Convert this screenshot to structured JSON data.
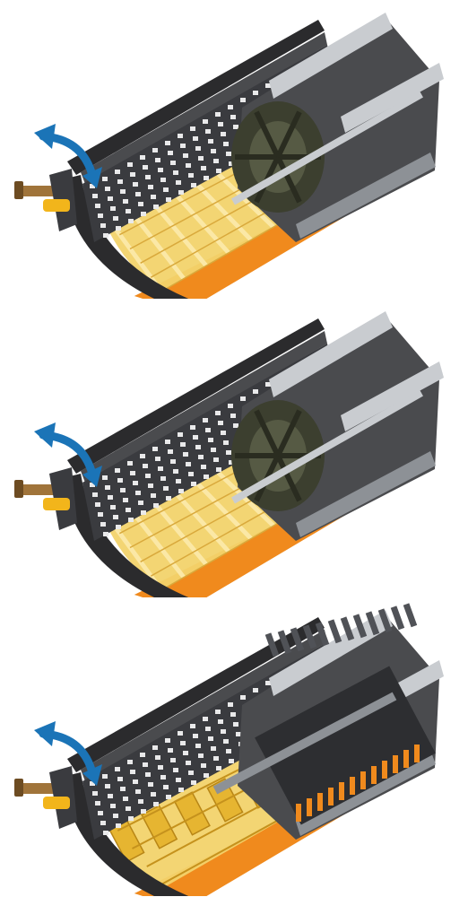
{
  "figure": {
    "panels": [
      {
        "id": "panel-1",
        "concave_fill": "rotor-blades"
      },
      {
        "id": "panel-2",
        "concave_fill": "rotor-blades"
      },
      {
        "id": "panel-3",
        "concave_fill": "rasp-bars"
      }
    ]
  },
  "colors": {
    "background": "#ffffff",
    "frame_dark": "#2b2b2d",
    "frame_mid": "#4a4b4e",
    "steel_light": "#c9ccd0",
    "steel_mid": "#8d9196",
    "olive_rotor": "#3c3f2f",
    "grate_yellow": "#f2d36b",
    "grate_yellow_light": "#fbe8a6",
    "pan_orange": "#f08a1d",
    "pan_orange_dark": "#c96a10",
    "lever_yellow": "#f2b51b",
    "lever_bronze": "#a0743a",
    "arrow_blue": "#1b74b7"
  },
  "icons": {
    "adjust": "curved-double-arrow-icon"
  }
}
